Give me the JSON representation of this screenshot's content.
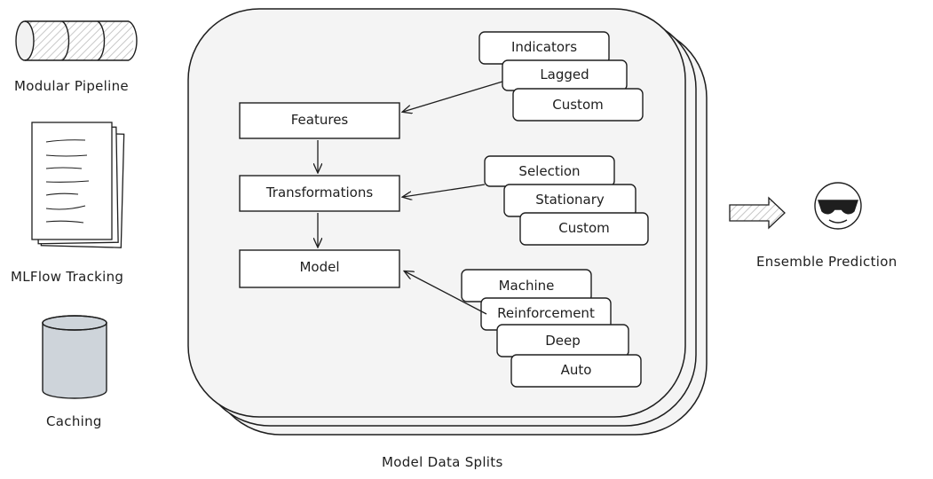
{
  "left_icons": {
    "pipeline_label": "Modular Pipeline",
    "tracking_label": "MLFlow Tracking",
    "caching_label": "Caching"
  },
  "main": {
    "container_label": "Model Data Splits",
    "stages": {
      "features": "Features",
      "transformations": "Transformations",
      "model": "Model"
    },
    "feature_options": [
      "Indicators",
      "Lagged",
      "Custom"
    ],
    "transformation_options": [
      "Selection",
      "Stationary",
      "Custom"
    ],
    "model_options": [
      "Machine",
      "Reinforcement",
      "Deep",
      "Auto"
    ]
  },
  "output": {
    "label": "Ensemble Prediction",
    "icon": "sunglasses-face-icon"
  },
  "colors": {
    "stroke": "#1e1e1e",
    "panel_fill": "#f4f4f4",
    "cylinder_fill": "#ced4da",
    "hatch": "#bfbfbf"
  }
}
